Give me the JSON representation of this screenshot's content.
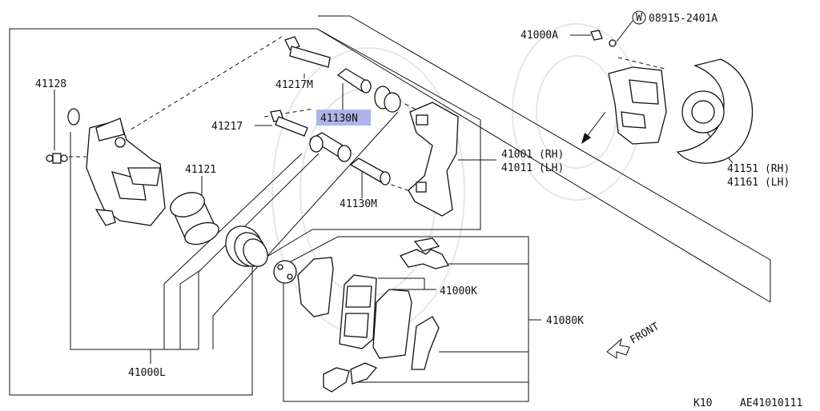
{
  "labels": {
    "p41000A": "41000A",
    "washer_code": "08915-2401A",
    "washer_symbol": "W",
    "p41128": "41128",
    "p41217M": "41217M",
    "p41130N": "41130N",
    "p41217": "41217",
    "p41001": "41001 (RH)",
    "p41011": "41011 (LH)",
    "p41121": "41121",
    "p41130M": "41130M",
    "p41151": "41151 (RH)",
    "p41161": "41161 (LH)",
    "p41000K": "41000K",
    "p41080K": "41080K",
    "p41000L": "41000L",
    "front": "FRONT"
  },
  "footer": {
    "page_code": "K10",
    "diagram_id": "AE41010111"
  },
  "highlight_color": "#aeb4e6"
}
